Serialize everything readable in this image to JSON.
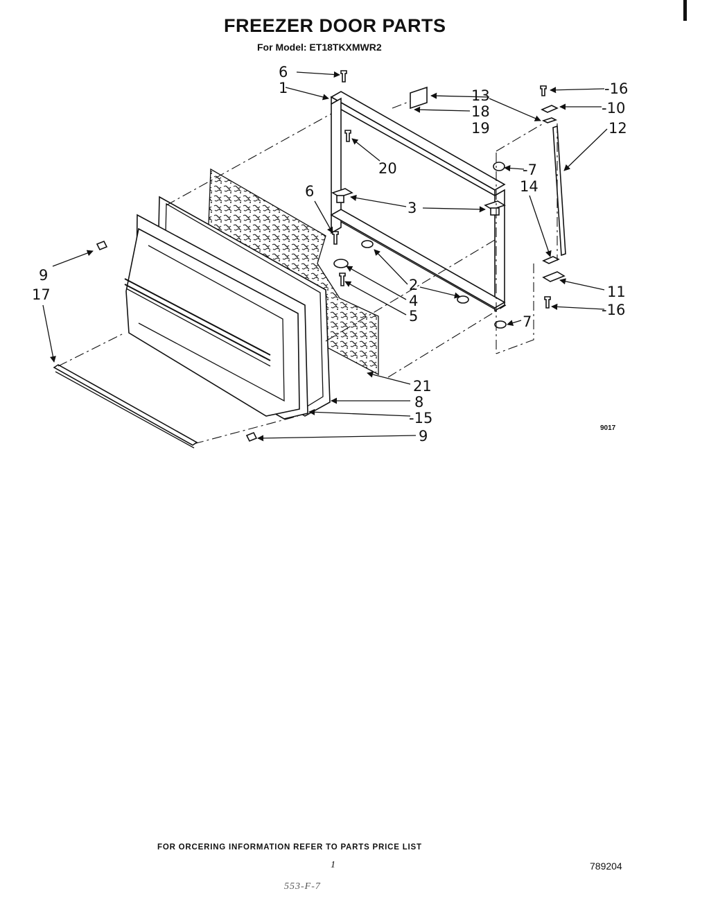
{
  "header": {
    "title": "FREEZER DOOR PARTS",
    "subtitle": "For Model: ET18TKXMWR2"
  },
  "callouts": [
    {
      "id": "c6a",
      "label": "6"
    },
    {
      "id": "c1",
      "label": "1"
    },
    {
      "id": "c13",
      "label": "13"
    },
    {
      "id": "c18",
      "label": "18"
    },
    {
      "id": "c19",
      "label": "19"
    },
    {
      "id": "c16a",
      "label": "-16"
    },
    {
      "id": "c10",
      "label": "-10"
    },
    {
      "id": "c12",
      "label": "12"
    },
    {
      "id": "c20",
      "label": "20"
    },
    {
      "id": "c7a",
      "label": "-7"
    },
    {
      "id": "c14",
      "label": "14"
    },
    {
      "id": "c6b",
      "label": "6"
    },
    {
      "id": "c3",
      "label": "3"
    },
    {
      "id": "c2",
      "label": "2"
    },
    {
      "id": "c4",
      "label": "4"
    },
    {
      "id": "c5",
      "label": "5"
    },
    {
      "id": "c11",
      "label": "11"
    },
    {
      "id": "c16b",
      "label": "-16"
    },
    {
      "id": "c7b",
      "label": "7"
    },
    {
      "id": "c9a",
      "label": "9"
    },
    {
      "id": "c17",
      "label": "17"
    },
    {
      "id": "c21",
      "label": "21"
    },
    {
      "id": "c8",
      "label": "8"
    },
    {
      "id": "c15",
      "label": "-15"
    },
    {
      "id": "c9b",
      "label": "9"
    }
  ],
  "figure_number": "9017",
  "footer": {
    "ordering_note": "FOR ORCERING INFORMATION REFER TO PARTS PRICE LIST",
    "page_number": "1",
    "doc_number": "789204",
    "stamp": "553-F-7"
  }
}
